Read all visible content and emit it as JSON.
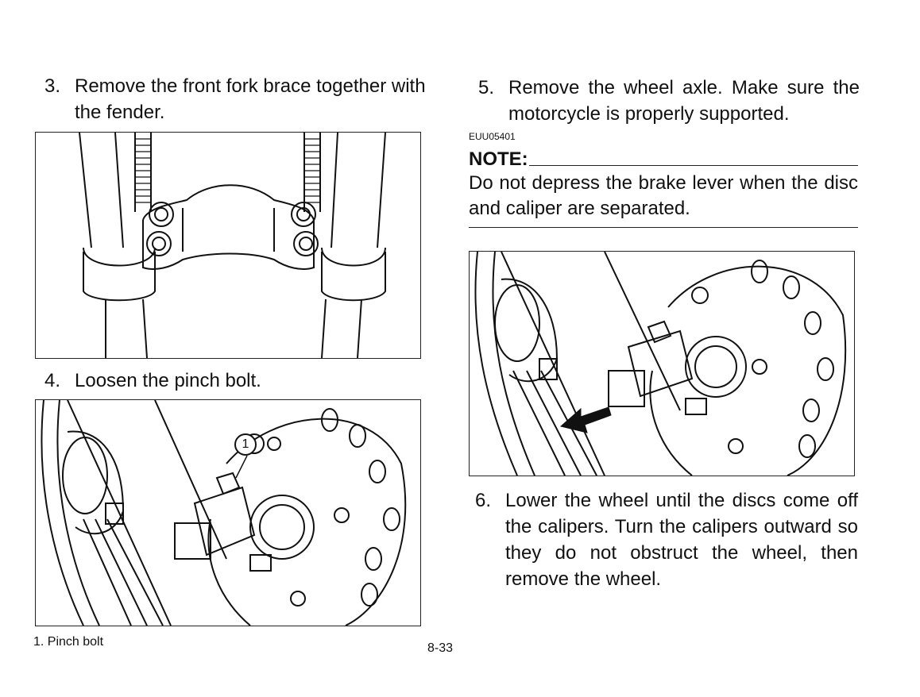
{
  "left": {
    "step3": {
      "number": "3.",
      "text": "Remove the front fork brace together with the fender."
    },
    "step4": {
      "number": "4.",
      "text": "Loosen the pinch bolt."
    },
    "callout": "1",
    "caption": "1.  Pinch bolt"
  },
  "right": {
    "step5": {
      "number": "5.",
      "text": "Remove the wheel axle. Make sure the motorcycle is properly supported."
    },
    "code": "EUU05401",
    "note": {
      "title": "NOTE:",
      "text": "Do not depress the brake lever when the disc and caliper are separated."
    },
    "step6": {
      "number": "6.",
      "text": "Lower the wheel until the discs come off the calipers. Turn the calipers outward so they do not obstruct the wheel, then remove the wheel."
    }
  },
  "page_number": "8-33"
}
